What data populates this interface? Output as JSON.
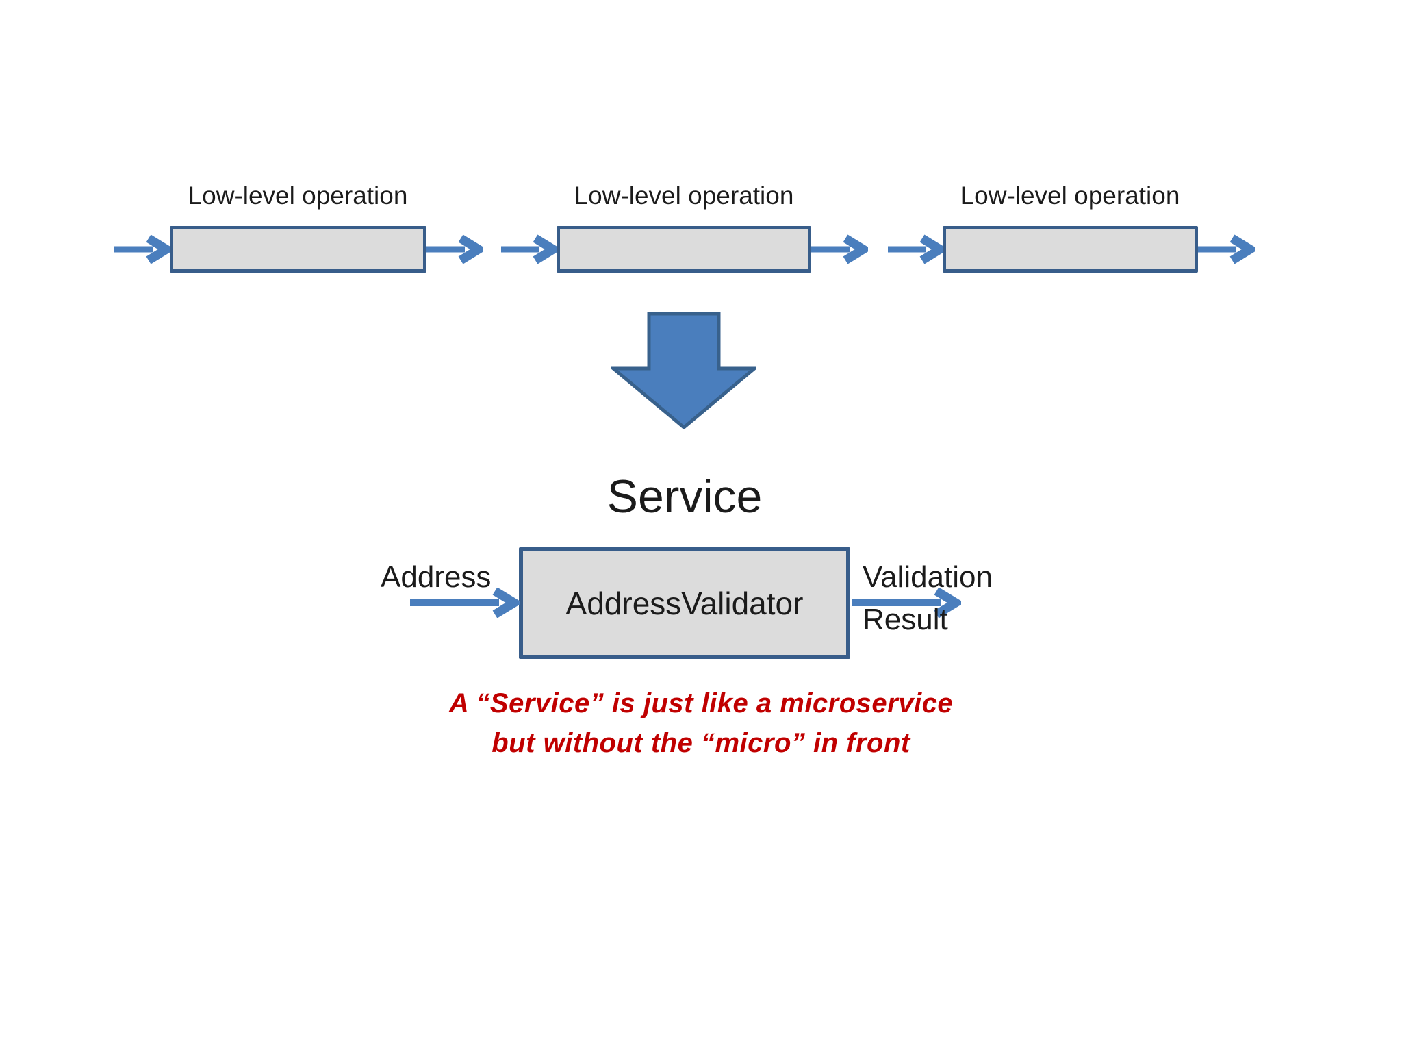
{
  "diagram": {
    "operations": [
      {
        "label": "Low-level operation"
      },
      {
        "label": "Low-level operation"
      },
      {
        "label": "Low-level operation"
      }
    ],
    "service": {
      "title": "Service",
      "box_label": "AddressValidator",
      "input_label": "Address",
      "output_label_line1": "Validation",
      "output_label_line2": "Result"
    },
    "annotation": {
      "line1": "A “Service” is just like a microservice",
      "line2": "but without the “micro” in front"
    },
    "colors": {
      "arrow_fill": "#4a7ebd",
      "arrow_border": "#38618c",
      "box_fill": "#dcdcdc",
      "box_border": "#385d8a",
      "annotation_red": "#c00000",
      "text_black": "#1b1b1b"
    }
  }
}
